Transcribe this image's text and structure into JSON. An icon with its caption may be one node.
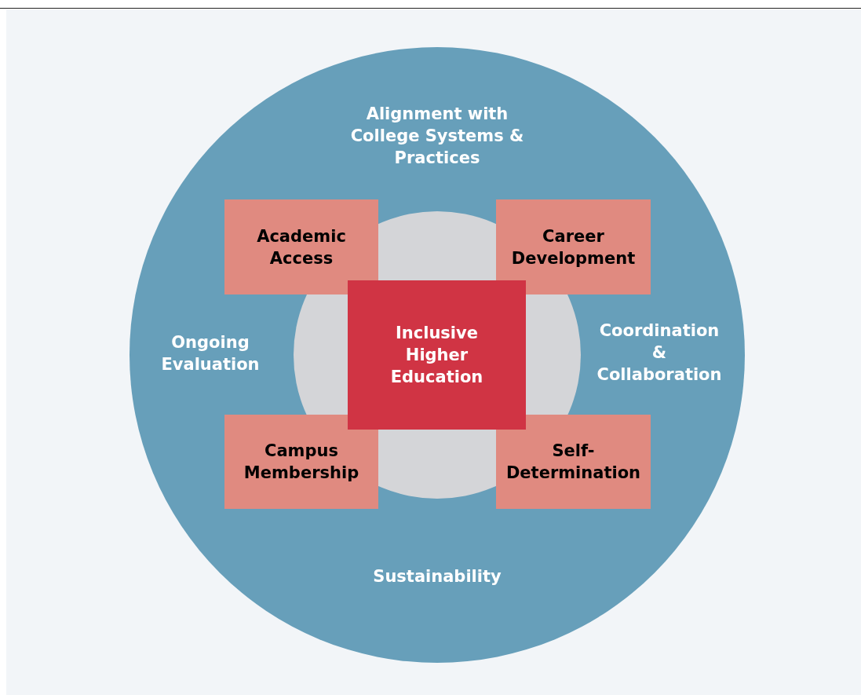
{
  "diagram": {
    "nodes": [
      {
        "text": [
          "Alignment with College Systems & Practices",
          "Ongoing Evaluation",
          "Coordination & Collaboration",
          "Sustainability"
        ]
      },
      {
        "text": [],
        "shape": "circle",
        "in": 0
      },
      {
        "text": [
          "Academic Access"
        ],
        "in": 0
      },
      {
        "text": [
          "Career Development"
        ],
        "in": 0
      },
      {
        "text": [
          "Inclusive Higher Education"
        ],
        "in": 1
      },
      {
        "text": [
          "Campus Membership"
        ],
        "in": 0
      },
      {
        "text": [
          "Self-Determination"
        ],
        "in": 0
      }
    ]
  }
}
